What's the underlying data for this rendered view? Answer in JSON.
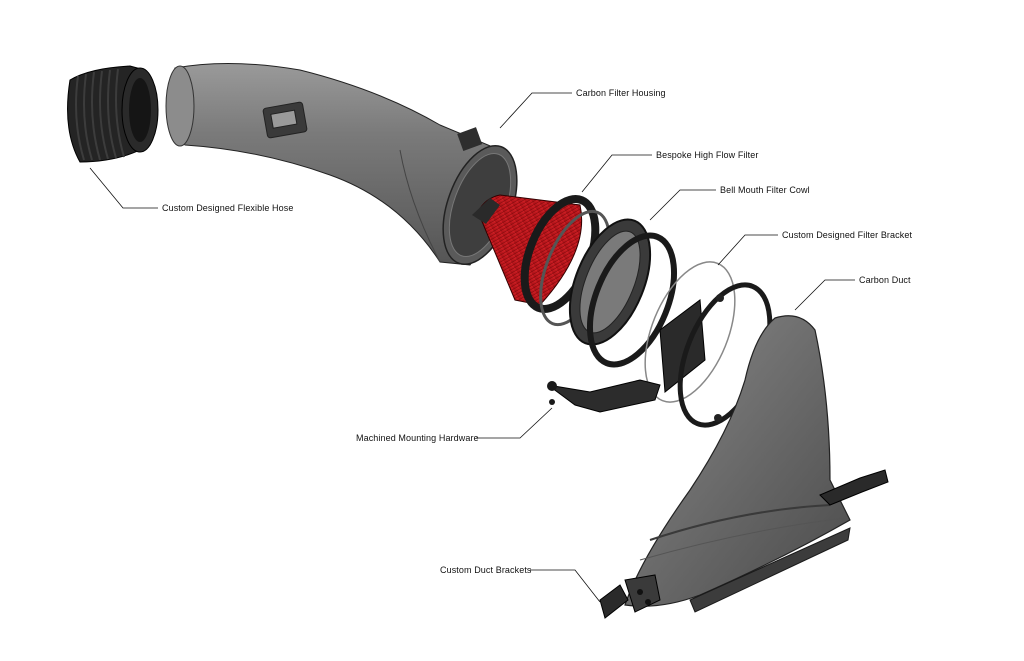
{
  "diagram": {
    "background": "#ffffff",
    "accent_filter": "#c8141a",
    "body_grey": "#6f6f6f",
    "rubber_black": "#1c1c1c",
    "labels": {
      "carbon_filter_housing": "Carbon Filter Housing",
      "bespoke_high_flow_filter": "Bespoke High Flow Filter",
      "bell_mouth_filter_cowl": "Bell Mouth Filter Cowl",
      "custom_designed_filter_bracket": "Custom Designed Filter Bracket",
      "carbon_duct": "Carbon Duct",
      "custom_designed_flexible_hose": "Custom Designed Flexible Hose",
      "machined_mounting_hardware": "Machined Mounting Hardware",
      "custom_duct_brackets": "Custom Duct Brackets"
    }
  }
}
